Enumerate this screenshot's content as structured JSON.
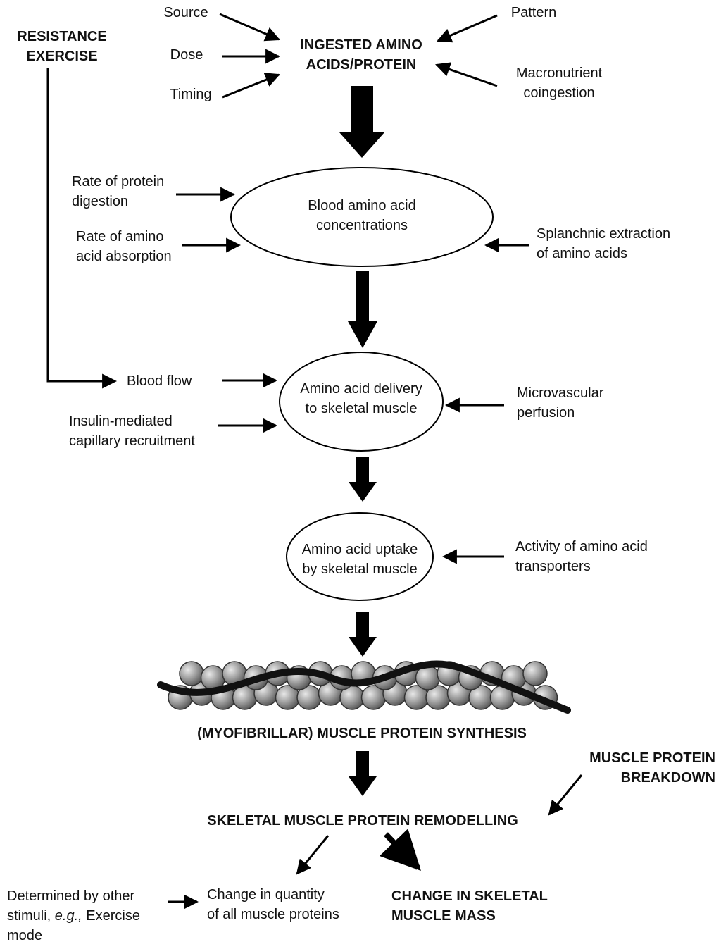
{
  "inputs_to_ingestion": {
    "source": "Source",
    "dose": "Dose",
    "timing": "Timing",
    "pattern": "Pattern",
    "macronutrient": [
      "Macronutrient",
      "coingestion"
    ]
  },
  "resistance_exercise": [
    "RESISTANCE",
    "EXERCISE"
  ],
  "ingested": [
    "INGESTED AMINO",
    "ACIDS/PROTEIN"
  ],
  "blood_factors": {
    "digestion": [
      "Rate of protein",
      "digestion"
    ],
    "absorption": [
      "Rate of amino",
      "acid absorption"
    ],
    "splanchnic": [
      "Splanchnic extraction",
      "of amino acids"
    ]
  },
  "blood_conc": [
    "Blood amino acid",
    "concentrations"
  ],
  "delivery_factors": {
    "blood_flow": "Blood flow",
    "insulin": [
      "Insulin-mediated",
      "capillary recruitment"
    ],
    "microvascular": [
      "Microvascular",
      "perfusion"
    ]
  },
  "delivery": [
    "Amino acid delivery",
    "to skeletal muscle"
  ],
  "uptake": [
    "Amino acid uptake",
    "by skeletal muscle"
  ],
  "transporters": [
    "Activity of amino acid",
    "transporters"
  ],
  "synthesis": "(MYOFIBRILLAR) MUSCLE PROTEIN SYNTHESIS",
  "breakdown": [
    "MUSCLE PROTEIN",
    "BREAKDOWN"
  ],
  "remodelling": "SKELETAL MUSCLE PROTEIN REMODELLING",
  "other_stimuli": {
    "line1": "Determined by other",
    "line2_prefix": "stimuli, ",
    "line2_italic": "e.g.,",
    "line2_suffix": " Exercise",
    "line3": "mode"
  },
  "change_quantity": [
    "Change in quantity",
    "of all muscle proteins"
  ],
  "change_mass": [
    "CHANGE IN SKELETAL",
    "MUSCLE MASS"
  ]
}
